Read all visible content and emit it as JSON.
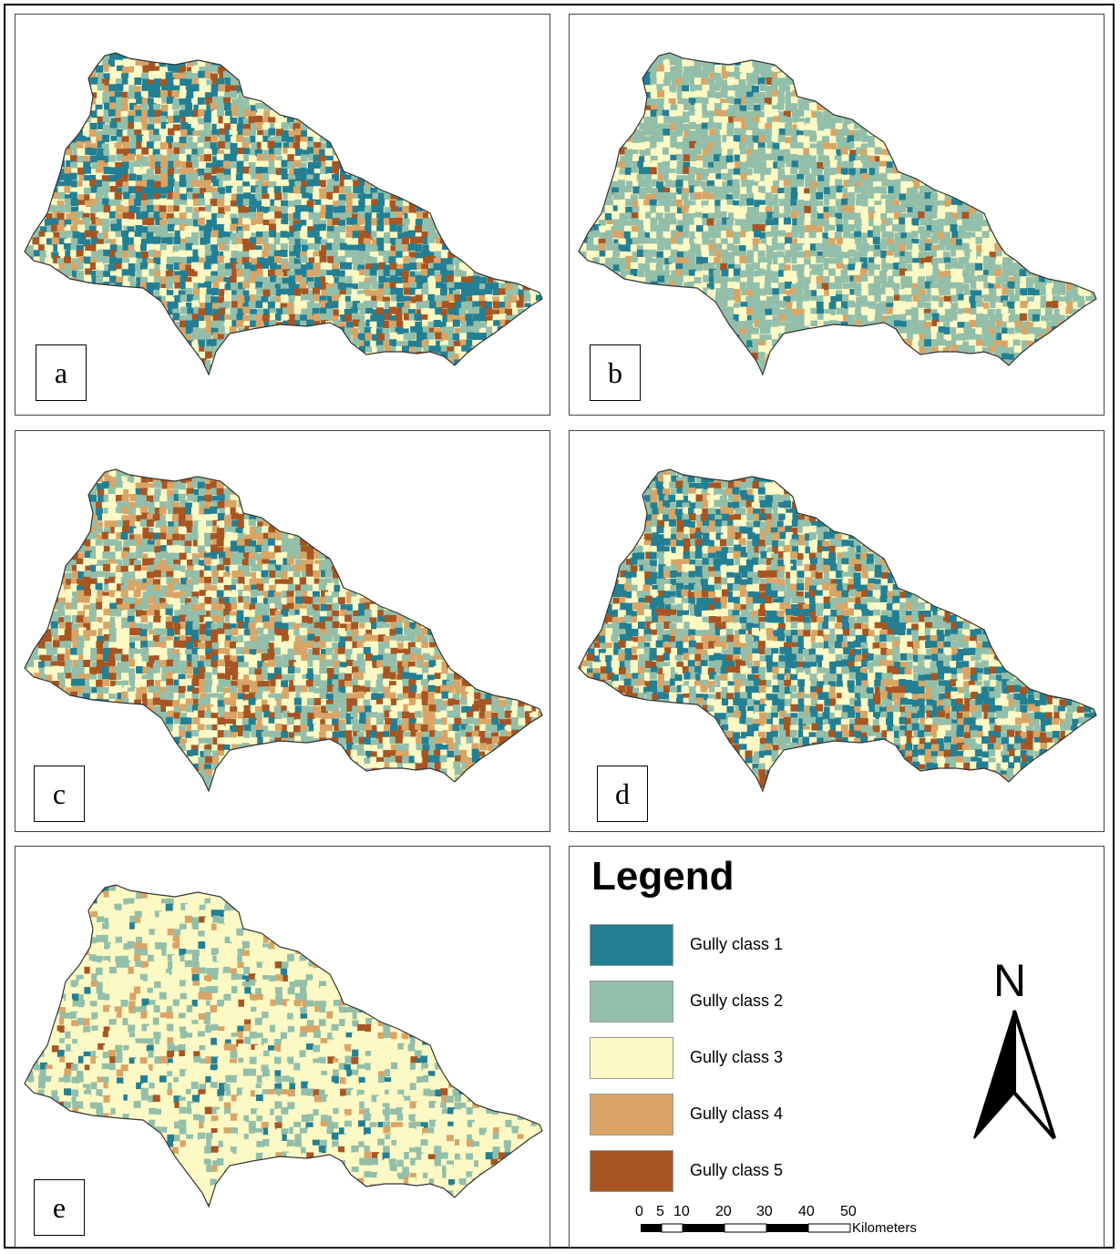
{
  "panels": [
    {
      "id": "a",
      "label": "a"
    },
    {
      "id": "b",
      "label": "b"
    },
    {
      "id": "c",
      "label": "c"
    },
    {
      "id": "d",
      "label": "d"
    },
    {
      "id": "e",
      "label": "e"
    }
  ],
  "legend": {
    "title": "Legend",
    "items": [
      {
        "label": "Gully class 1",
        "color": "#237f93"
      },
      {
        "label": "Gully class 2",
        "color": "#93bfaa"
      },
      {
        "label": "Gully class 3",
        "color": "#fcf9c5"
      },
      {
        "label": "Gully class 4",
        "color": "#d8a567"
      },
      {
        "label": "Gully class 5",
        "color": "#a65523"
      }
    ]
  },
  "north_arrow": {
    "label": "N"
  },
  "scale_bar": {
    "ticks": [
      "0",
      "5",
      "10",
      "20",
      "30",
      "40",
      "50"
    ],
    "unit": "Kilometers"
  }
}
